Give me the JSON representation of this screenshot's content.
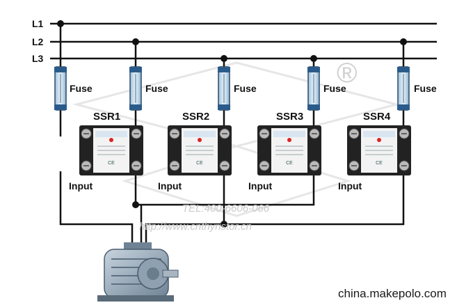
{
  "lines": {
    "l1": "L1",
    "l2": "L2",
    "l3": "L3"
  },
  "fuse_label": "Fuse",
  "relays": [
    {
      "name": "SSR1",
      "input_label": "Input"
    },
    {
      "name": "SSR2",
      "input_label": "Input"
    },
    {
      "name": "SSR3",
      "input_label": "Input"
    },
    {
      "name": "SSR4",
      "input_label": "Input"
    }
  ],
  "watermark": {
    "tel": "TEL:400-6606-066",
    "url": "http://www.cnthyristor.cn",
    "registered": "®"
  },
  "footer": "china.makepolo.com"
}
